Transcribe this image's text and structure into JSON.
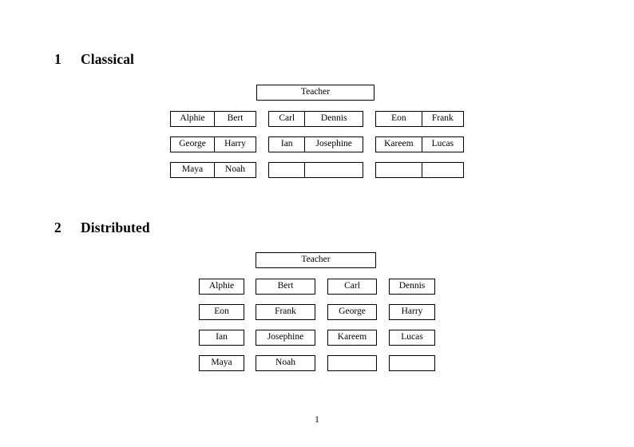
{
  "document": {
    "page_number": "1"
  },
  "sections": [
    {
      "number": "1",
      "title": "Classical",
      "root": {
        "label": "Teacher"
      },
      "groups": [
        {
          "name": "group-a",
          "rows": [
            [
              "Alphie",
              "Bert"
            ],
            [
              "George",
              "Harry"
            ],
            [
              "Maya",
              "Noah"
            ]
          ]
        },
        {
          "name": "group-b",
          "rows": [
            [
              "Carl",
              "Dennis"
            ],
            [
              "Ian",
              "Josephine"
            ],
            [
              "",
              ""
            ]
          ]
        },
        {
          "name": "group-c",
          "rows": [
            [
              "Eon",
              "Frank"
            ],
            [
              "Kareem",
              "Lucas"
            ],
            [
              "",
              ""
            ]
          ]
        }
      ]
    },
    {
      "number": "2",
      "title": "Distributed",
      "root": {
        "label": "Teacher"
      },
      "rows": [
        [
          "Alphie",
          "Bert",
          "Carl",
          "Dennis"
        ],
        [
          "Eon",
          "Frank",
          "George",
          "Harry"
        ],
        [
          "Ian",
          "Josephine",
          "Kareem",
          "Lucas"
        ],
        [
          "Maya",
          "Noah",
          "",
          ""
        ]
      ]
    }
  ],
  "colors": {
    "page_background": "#ffffff",
    "text": "#000000",
    "border": "#000000"
  }
}
